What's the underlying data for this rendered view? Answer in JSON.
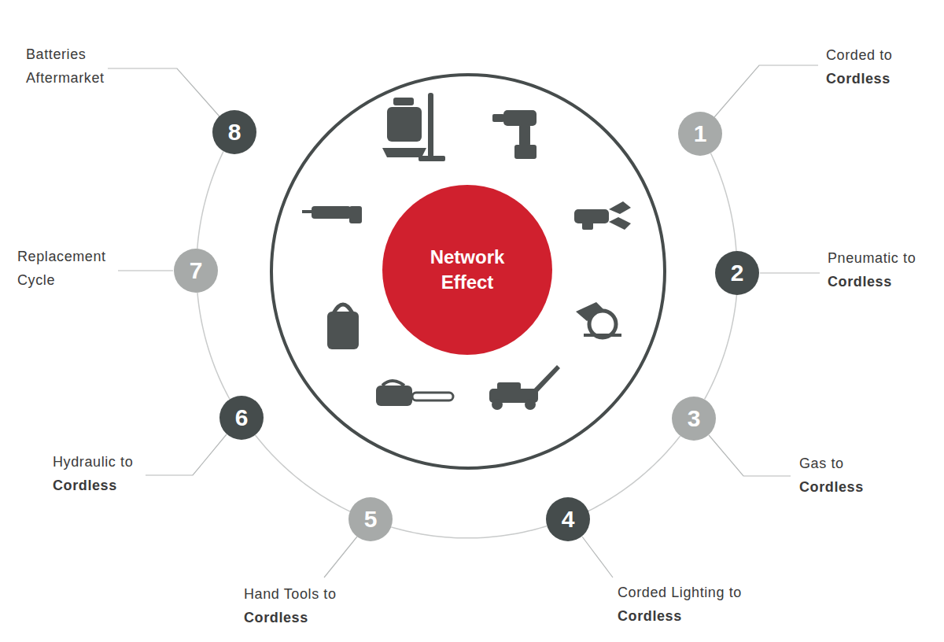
{
  "diagram": {
    "nodes": [
      {
        "text": [
          "Network Effect"
        ]
      },
      {
        "text": [
          "1",
          "Corded to",
          "Cordless"
        ]
      },
      {
        "text": [
          "2",
          "Pneumatic to",
          "Cordless"
        ]
      },
      {
        "text": [
          "3",
          "Gas to",
          "Cordless"
        ]
      },
      {
        "text": [
          "4",
          "Corded Lighting to",
          "Cordless"
        ]
      },
      {
        "text": [
          "5",
          "Hand Tools to",
          "Cordless"
        ]
      },
      {
        "text": [
          "6",
          "Hydraulic to",
          "Cordless"
        ]
      },
      {
        "text": [
          "7",
          "Replacement Cycle"
        ]
      },
      {
        "text": [
          "8",
          "Batteries Aftermarket"
        ]
      }
    ],
    "edges": [
      {
        "from": 1,
        "to": 2,
        "arrow": "none"
      },
      {
        "from": 2,
        "to": 3,
        "arrow": "none"
      },
      {
        "from": 3,
        "to": 4,
        "arrow": "none"
      },
      {
        "from": 4,
        "to": 5,
        "arrow": "none"
      },
      {
        "from": 5,
        "to": 6,
        "arrow": "none"
      },
      {
        "from": 6,
        "to": 7,
        "arrow": "none"
      },
      {
        "from": 7,
        "to": 8,
        "arrow": "none"
      }
    ]
  }
}
